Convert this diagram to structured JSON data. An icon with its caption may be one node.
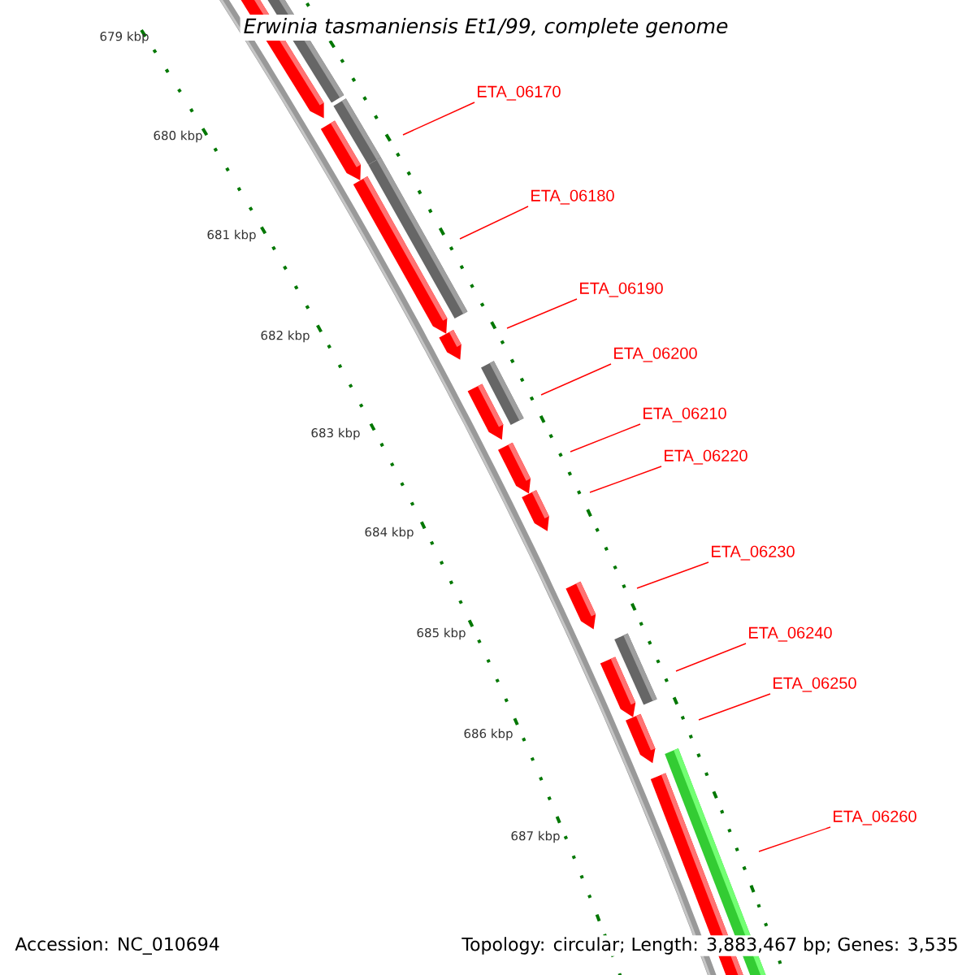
{
  "diagram": {
    "title": "Erwinia tasmaniensis Et1/99, complete genome",
    "nodes": [
      {
        "text": [
          "ETA_06170"
        ]
      },
      {
        "text": [
          "ETA_06180"
        ]
      },
      {
        "text": [
          "ETA_06190"
        ]
      },
      {
        "text": [
          "ETA_06200"
        ]
      },
      {
        "text": [
          "ETA_06210"
        ]
      },
      {
        "text": [
          "ETA_06220"
        ]
      },
      {
        "text": [
          "ETA_06230"
        ]
      },
      {
        "text": [
          "ETA_06240"
        ]
      },
      {
        "text": [
          "ETA_06250"
        ]
      },
      {
        "text": [
          "ETA_06260"
        ]
      }
    ],
    "edges": [
      {
        "from": 0,
        "to": null,
        "arrow": "none"
      },
      {
        "from": 1,
        "to": null,
        "arrow": "none"
      },
      {
        "from": 2,
        "to": null,
        "arrow": "none"
      },
      {
        "from": 3,
        "to": null,
        "arrow": "none"
      },
      {
        "from": 4,
        "to": null,
        "arrow": "none"
      },
      {
        "from": 5,
        "to": null,
        "arrow": "none"
      },
      {
        "from": 6,
        "to": null,
        "arrow": "none"
      },
      {
        "from": 7,
        "to": null,
        "arrow": "none"
      },
      {
        "from": 8,
        "to": null,
        "arrow": "none"
      },
      {
        "from": 9,
        "to": null,
        "arrow": "none"
      }
    ],
    "labels": [
      "679 kbp",
      "680 kbp",
      "681 kbp",
      "682 kbp",
      "683 kbp",
      "684 kbp",
      "685 kbp",
      "686 kbp",
      "687 kbp",
      "Accession: NC_010694",
      "Topology: circular; Length: 3,883,467 bp; Genes: 3,535"
    ]
  }
}
